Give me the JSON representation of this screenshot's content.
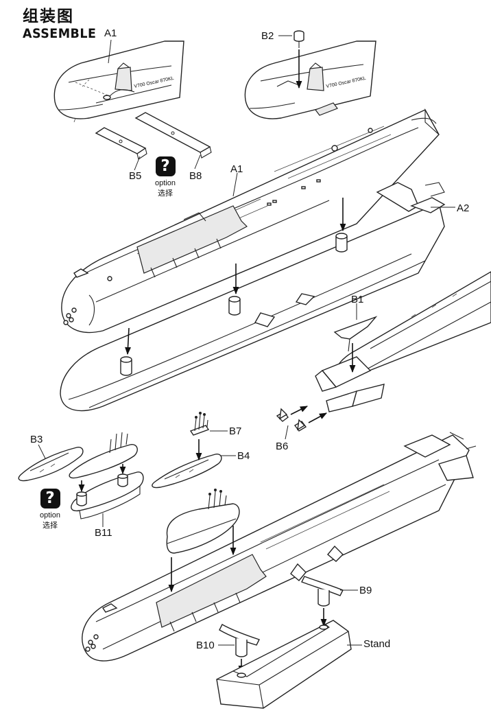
{
  "title": {
    "chinese": "组装图",
    "english": "ASSEMBLE"
  },
  "labels": {
    "a1_top": "A1",
    "b2": "B2",
    "b5": "B5",
    "b8": "B8",
    "a1_main": "A1",
    "a2": "A2",
    "b1": "B1",
    "b6": "B6",
    "b3": "B3",
    "b7": "B7",
    "b4": "B4",
    "b11": "B11",
    "b9": "B9",
    "b10": "B10",
    "stand": "Stand"
  },
  "option_notes": [
    {
      "icon": "?",
      "text": "option",
      "text_cn": "选择"
    },
    {
      "icon": "?",
      "text": "option",
      "text_cn": "选择"
    }
  ],
  "hull_markings": [
    "V700 Oscar 870KL",
    "V700 Oscar 870KL"
  ]
}
